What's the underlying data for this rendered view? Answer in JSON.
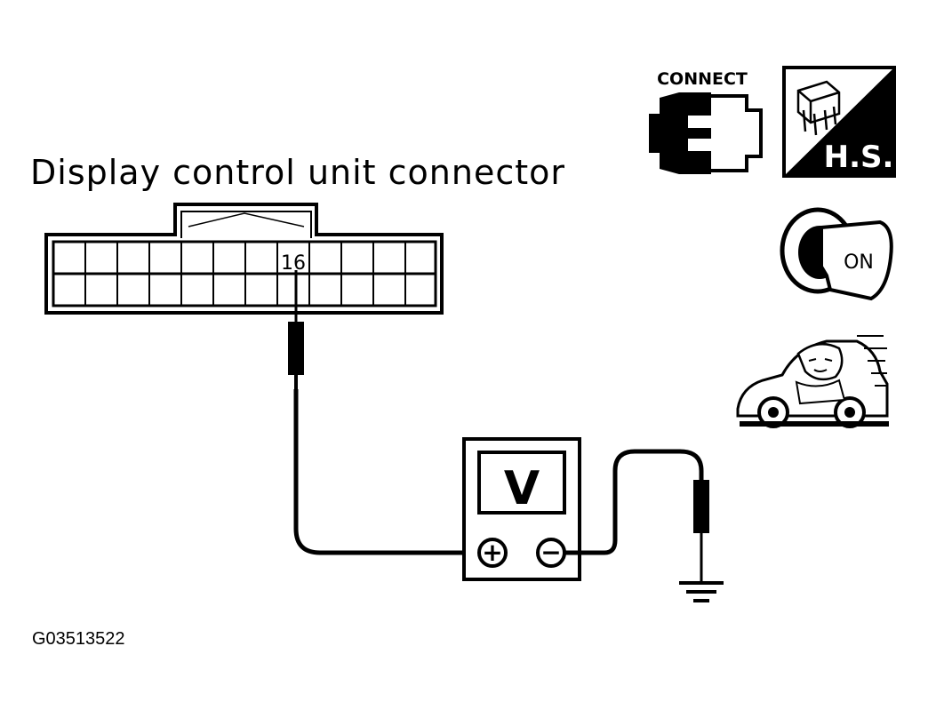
{
  "diagram": {
    "title": "Display control unit connector",
    "pin_number": "16",
    "meter_label": "V",
    "meter_plus": "+",
    "meter_minus": "−",
    "figure_id": "G03513522"
  },
  "icons": {
    "connect_label": "CONNECT",
    "harness_side_label": "H.S.",
    "ignition_label": "ON",
    "connect_icon": "connector-plug-icon",
    "harness_icon": "harness-side-icon",
    "ignition_icon": "ignition-key-on-icon",
    "driving_icon": "driving-car-icon"
  }
}
